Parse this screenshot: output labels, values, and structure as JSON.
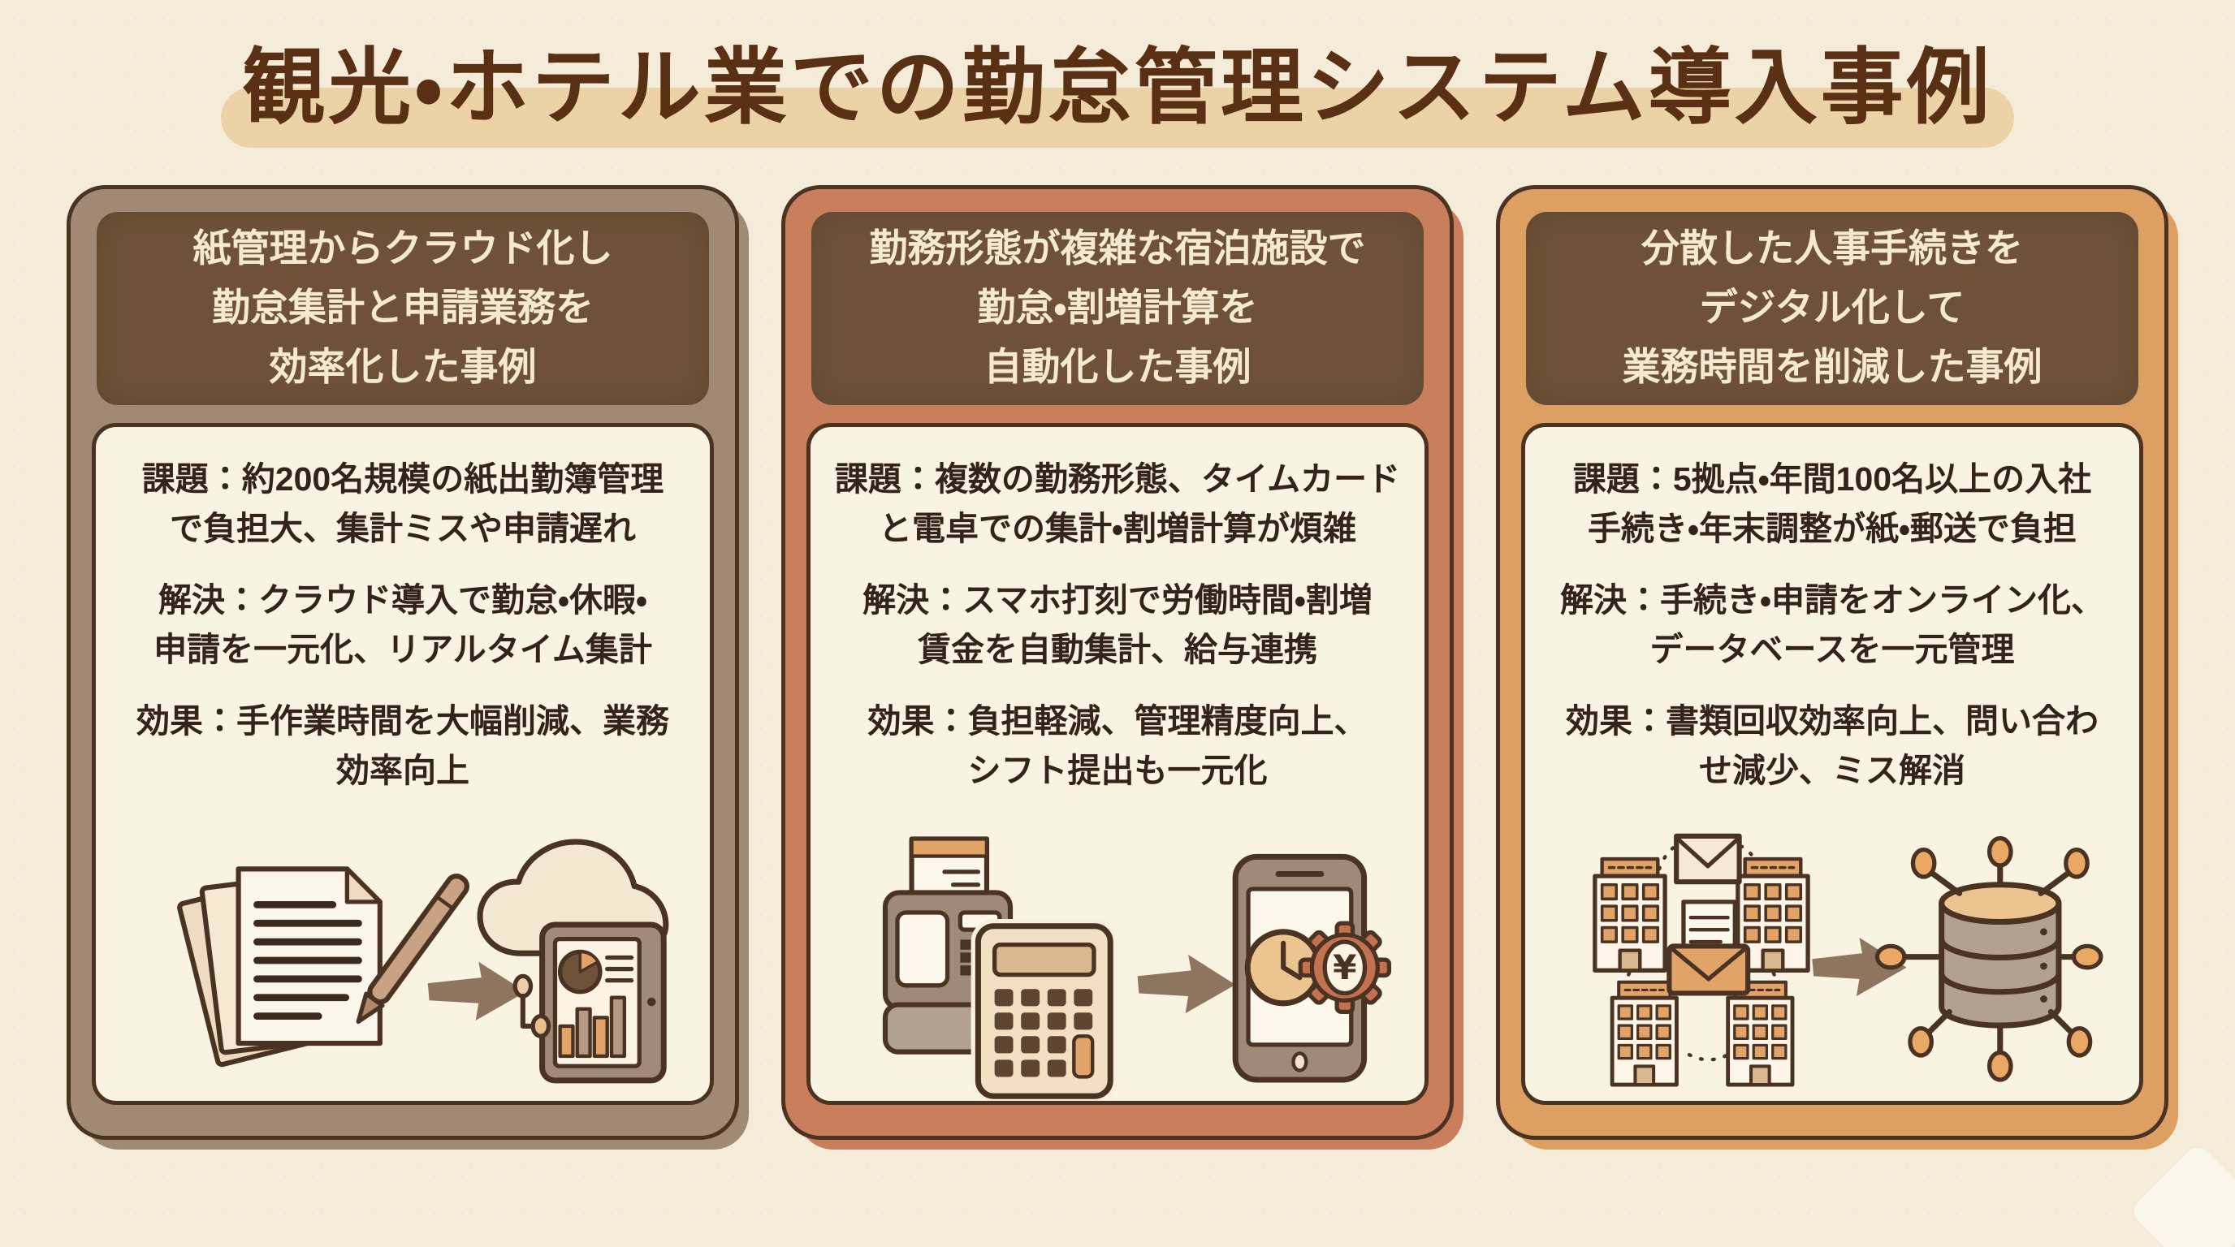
{
  "page": {
    "title": "観光・ホテル業での勤怠管理システム導入事例",
    "background_color": "#f4ecd9",
    "title_color": "#5a3014",
    "title_highlight_color": "#ecd3a7",
    "header_bg_color": "#6e5138",
    "outline_color": "#4a3322"
  },
  "cards": [
    {
      "accent_color": "#a18a75",
      "header": {
        "lines": [
          "紙管理からクラウド化し",
          "勤怠集計と申請業務を",
          "効率化した事例"
        ]
      },
      "sections": [
        {
          "lines": [
            "課題：約200名規模の紙出勤簿管理",
            "で負担大、集計ミスや申請遅れ"
          ]
        },
        {
          "lines": [
            "解決：クラウド導入で勤怠・休暇・",
            "申請を一元化、リアルタイム集計"
          ]
        },
        {
          "lines": [
            "効果：手作業時間を大幅削減、業務",
            "効率向上"
          ]
        }
      ],
      "illustration": {
        "from": "paper-documents-and-pen",
        "to": "cloud-tablet-dashboard"
      }
    },
    {
      "accent_color": "#c97e5c",
      "header": {
        "lines": [
          "勤務形態が複雑な宿泊施設で",
          "勤怠・割増計算を",
          "自動化した事例"
        ]
      },
      "sections": [
        {
          "lines": [
            "課題：複数の勤務形態、タイムカード",
            "と電卓での集計・割増計算が煩雑"
          ]
        },
        {
          "lines": [
            "解決：スマホ打刻で労働時間・割増",
            "賃金を自動集計、給与連携"
          ]
        },
        {
          "lines": [
            "効果：負担軽減、管理精度向上、",
            "シフト提出も一元化"
          ]
        }
      ],
      "illustration": {
        "from": "time-recorder-and-calculator",
        "to": "smartphone-clock-gear",
        "yen_symbol": "¥"
      }
    },
    {
      "accent_color": "#dd9f62",
      "header": {
        "lines": [
          "分散した人事手続きを",
          "デジタル化して",
          "業務時間を削減した事例"
        ]
      },
      "sections": [
        {
          "lines": [
            "課題：5拠点・年間100名以上の入社",
            "手続き・年末調整が紙・郵送で負担"
          ]
        },
        {
          "lines": [
            "解決：手続き・申請をオンライン化、",
            "データベースを一元管理"
          ]
        },
        {
          "lines": [
            "効果：書類回収効率向上、問い合わ",
            "せ減少、ミス解消"
          ]
        }
      ],
      "illustration": {
        "from": "branch-offices-and-mail",
        "to": "central-database-network"
      }
    }
  ]
}
